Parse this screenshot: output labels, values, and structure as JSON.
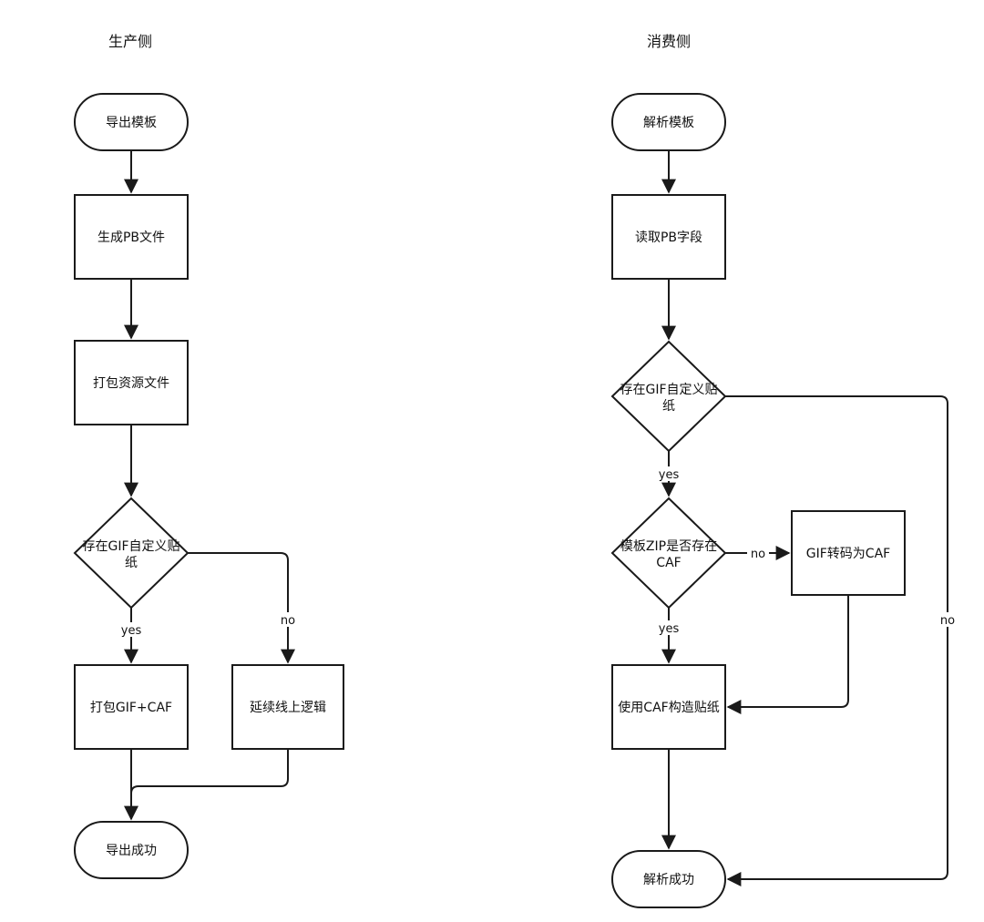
{
  "producer": {
    "title": "生产侧",
    "nodes": {
      "export_template": "导出模板",
      "gen_pb": "生成PB文件",
      "pack_resources": "打包资源文件",
      "has_gif_line1": "存在GIF自定义贴",
      "has_gif_line2": "纸",
      "pack_gif_caf": "打包GIF+CAF",
      "continue_online": "延续线上逻辑",
      "export_success": "导出成功"
    },
    "edges": {
      "yes": "yes",
      "no": "no"
    }
  },
  "consumer": {
    "title": "消费侧",
    "nodes": {
      "parse_template": "解析模板",
      "read_pb": "读取PB字段",
      "has_gif_line1": "存在GIF自定义贴",
      "has_gif_line2": "纸",
      "zip_has_caf_line1": "模板ZIP是否存在",
      "zip_has_caf_line2": "CAF",
      "gif_to_caf": "GIF转码为CAF",
      "build_sticker": "使用CAF构造贴纸",
      "parse_success": "解析成功"
    },
    "edges": {
      "yes1": "yes",
      "yes2": "yes",
      "no_convert": "no",
      "no_skip": "no"
    }
  }
}
